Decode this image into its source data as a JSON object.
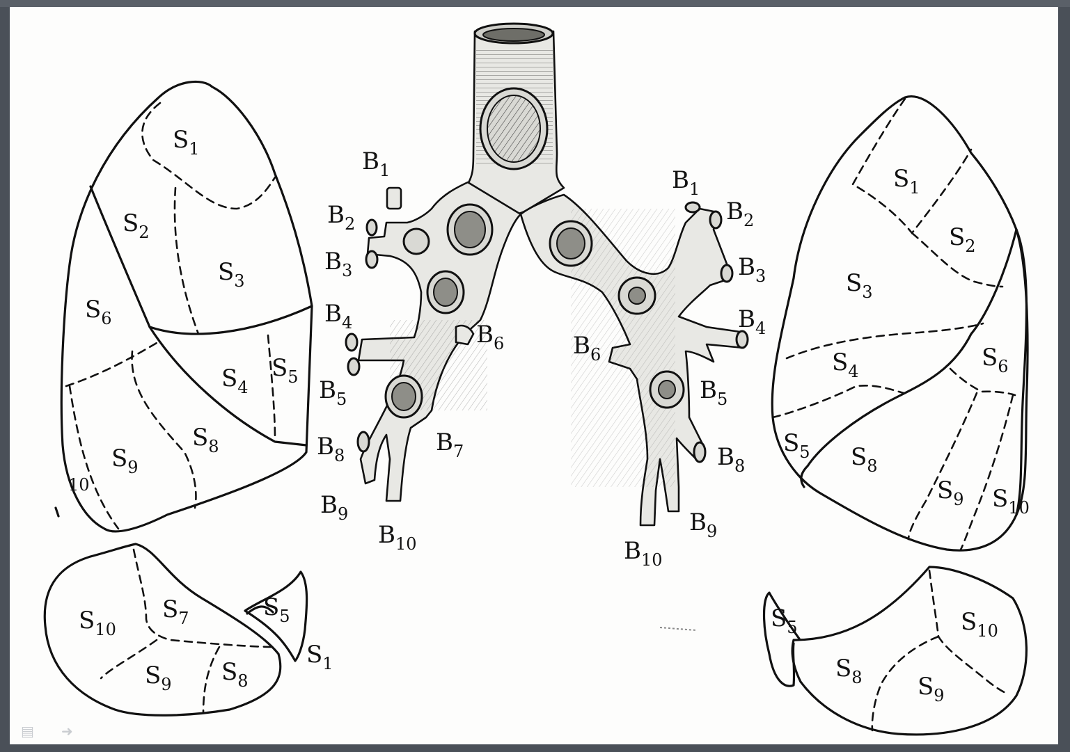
{
  "diagram": {
    "right_lung_lateral": [
      "S",
      "1",
      "S",
      "2",
      "S",
      "3",
      "S",
      "6",
      "S",
      "4",
      "S",
      "5",
      "S",
      "8",
      "S",
      "9",
      "10"
    ],
    "right_lung_medial": [
      "S",
      "10",
      "S",
      "7",
      "S",
      "9",
      "S",
      "8",
      "S",
      "5",
      "S",
      "1"
    ],
    "left_lung_lateral": [
      "S",
      "1",
      "S",
      "2",
      "S",
      "3",
      "S",
      "4",
      "S",
      "6",
      "S",
      "5",
      "S",
      "8",
      "S",
      "9",
      "S",
      "10"
    ],
    "left_lung_medial": [
      "S",
      "5",
      "S",
      "10",
      "S",
      "8",
      "S",
      "9"
    ],
    "bronchi_right": [
      "B",
      "1",
      "B",
      "2",
      "B",
      "3",
      "B",
      "4",
      "B",
      "6",
      "B",
      "5",
      "B",
      "8",
      "B",
      "7",
      "B",
      "9",
      "B",
      "10"
    ],
    "bronchi_left": [
      "B",
      "1",
      "B",
      "2",
      "B",
      "3",
      "B",
      "4",
      "B",
      "6",
      "B",
      "5",
      "B",
      "8",
      "B",
      "9",
      "B",
      "10"
    ]
  },
  "viewer": {
    "icons": [
      "notes-icon",
      "arrow-right-icon"
    ]
  }
}
